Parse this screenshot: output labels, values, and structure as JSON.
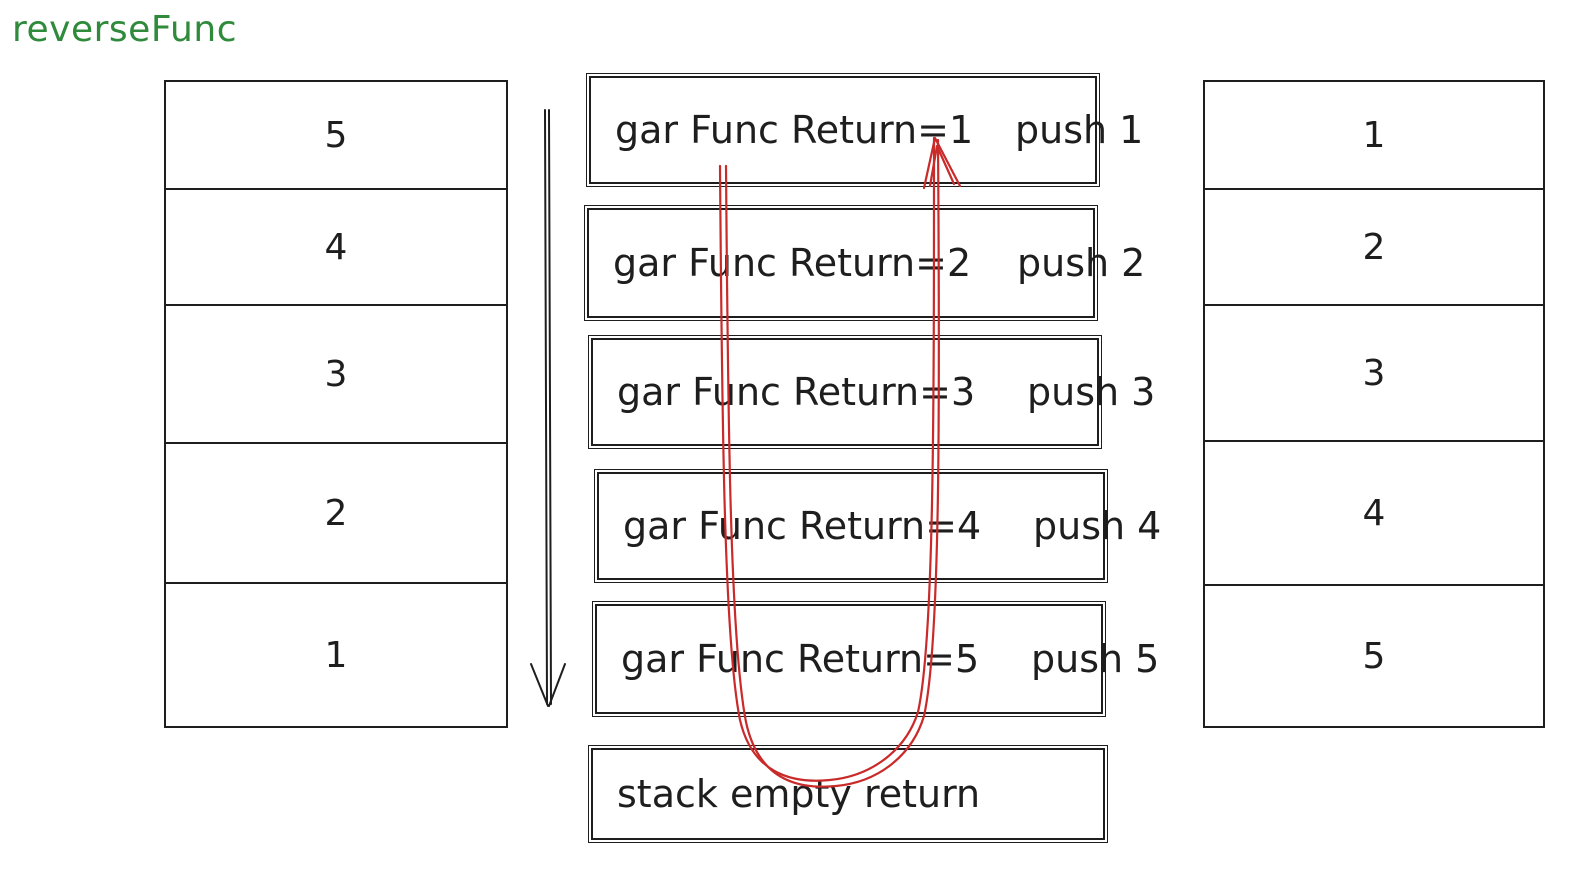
{
  "title": "reverseFunc",
  "colors": {
    "title": "#2f8a3b",
    "ink": "#1e1e1e",
    "flow_arrow": "#c92a2a"
  },
  "left_stack": [
    "5",
    "4",
    "3",
    "2",
    "1"
  ],
  "call_frames": [
    {
      "label": "gar Func Return=1",
      "push": "push 1"
    },
    {
      "label": "gar Func Return=2",
      "push": "push 2"
    },
    {
      "label": "gar Func Return=3",
      "push": "push 3"
    },
    {
      "label": "gar Func Return=4",
      "push": "push 4"
    },
    {
      "label": "gar Func Return=5",
      "push": "push 5"
    }
  ],
  "base_frame": {
    "label": "stack empty return"
  },
  "right_stack": [
    "1",
    "2",
    "3",
    "4",
    "5"
  ],
  "icons": {
    "down_arrow": "down-arrow-icon",
    "flow_arrow": "curved-red-arrow-icon"
  }
}
